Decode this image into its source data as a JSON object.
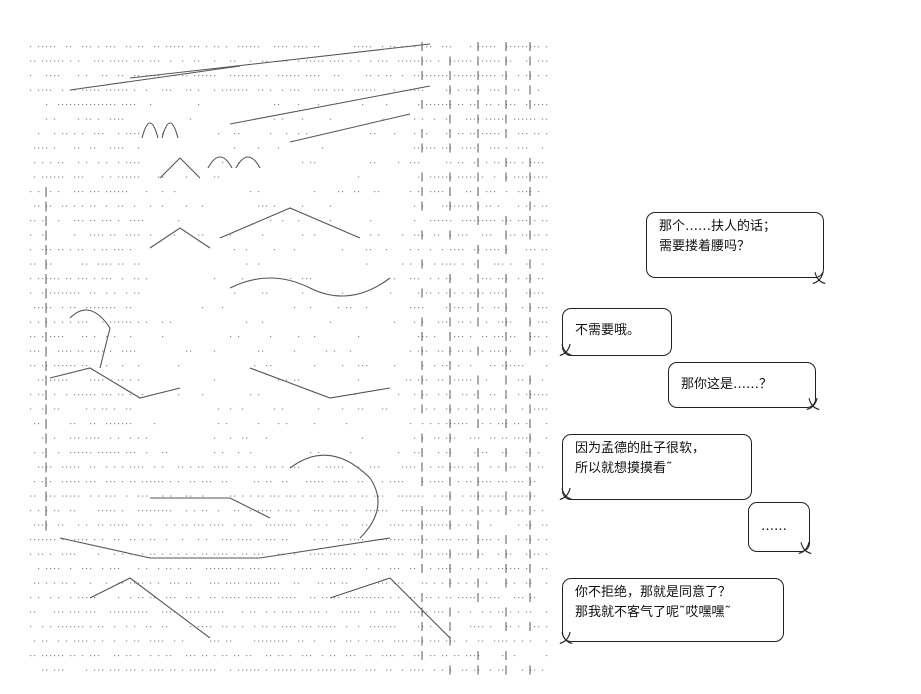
{
  "dialogue": [
    {
      "id": "b1",
      "lines": [
        "那个……扶人的话；",
        "需要搂着腰吗？"
      ]
    },
    {
      "id": "b2",
      "lines": [
        "不需要哦。"
      ]
    },
    {
      "id": "b3",
      "lines": [
        "那你这是……？"
      ]
    },
    {
      "id": "b4",
      "lines": [
        "因为孟德的肚子很软，",
        "所以就想摸摸看˜"
      ]
    },
    {
      "id": "b5",
      "lines": [
        "……"
      ]
    },
    {
      "id": "b6",
      "lines": [
        "你不拒绝，那就是同意了？",
        "那我就不客气了呢˜哎嘿嘿˜"
      ]
    }
  ],
  "art": {
    "kind": "ascii-art illustration",
    "stroke_color": "#555555",
    "fill_color": "#888888"
  }
}
